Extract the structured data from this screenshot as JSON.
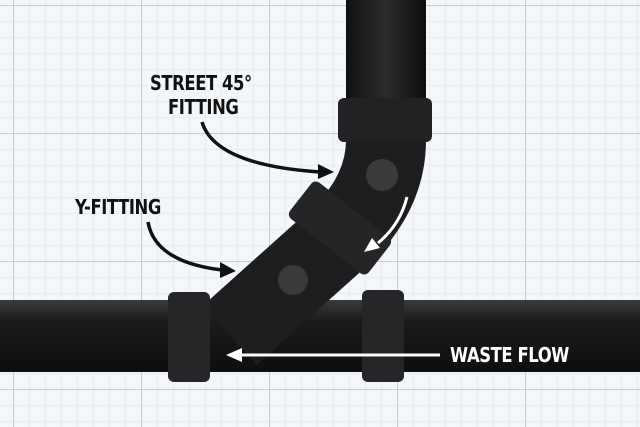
{
  "labels": {
    "street45_line1": "STREET 45°",
    "street45_line2": "FITTING",
    "yfitting": "Y-FITTING",
    "waste_flow": "WASTE FLOW"
  },
  "colors": {
    "pipe": "#1b1b1c",
    "grid": "#c9dcec",
    "background": "#f4f7fa",
    "label_dark": "#111111",
    "label_light": "#ffffff"
  }
}
